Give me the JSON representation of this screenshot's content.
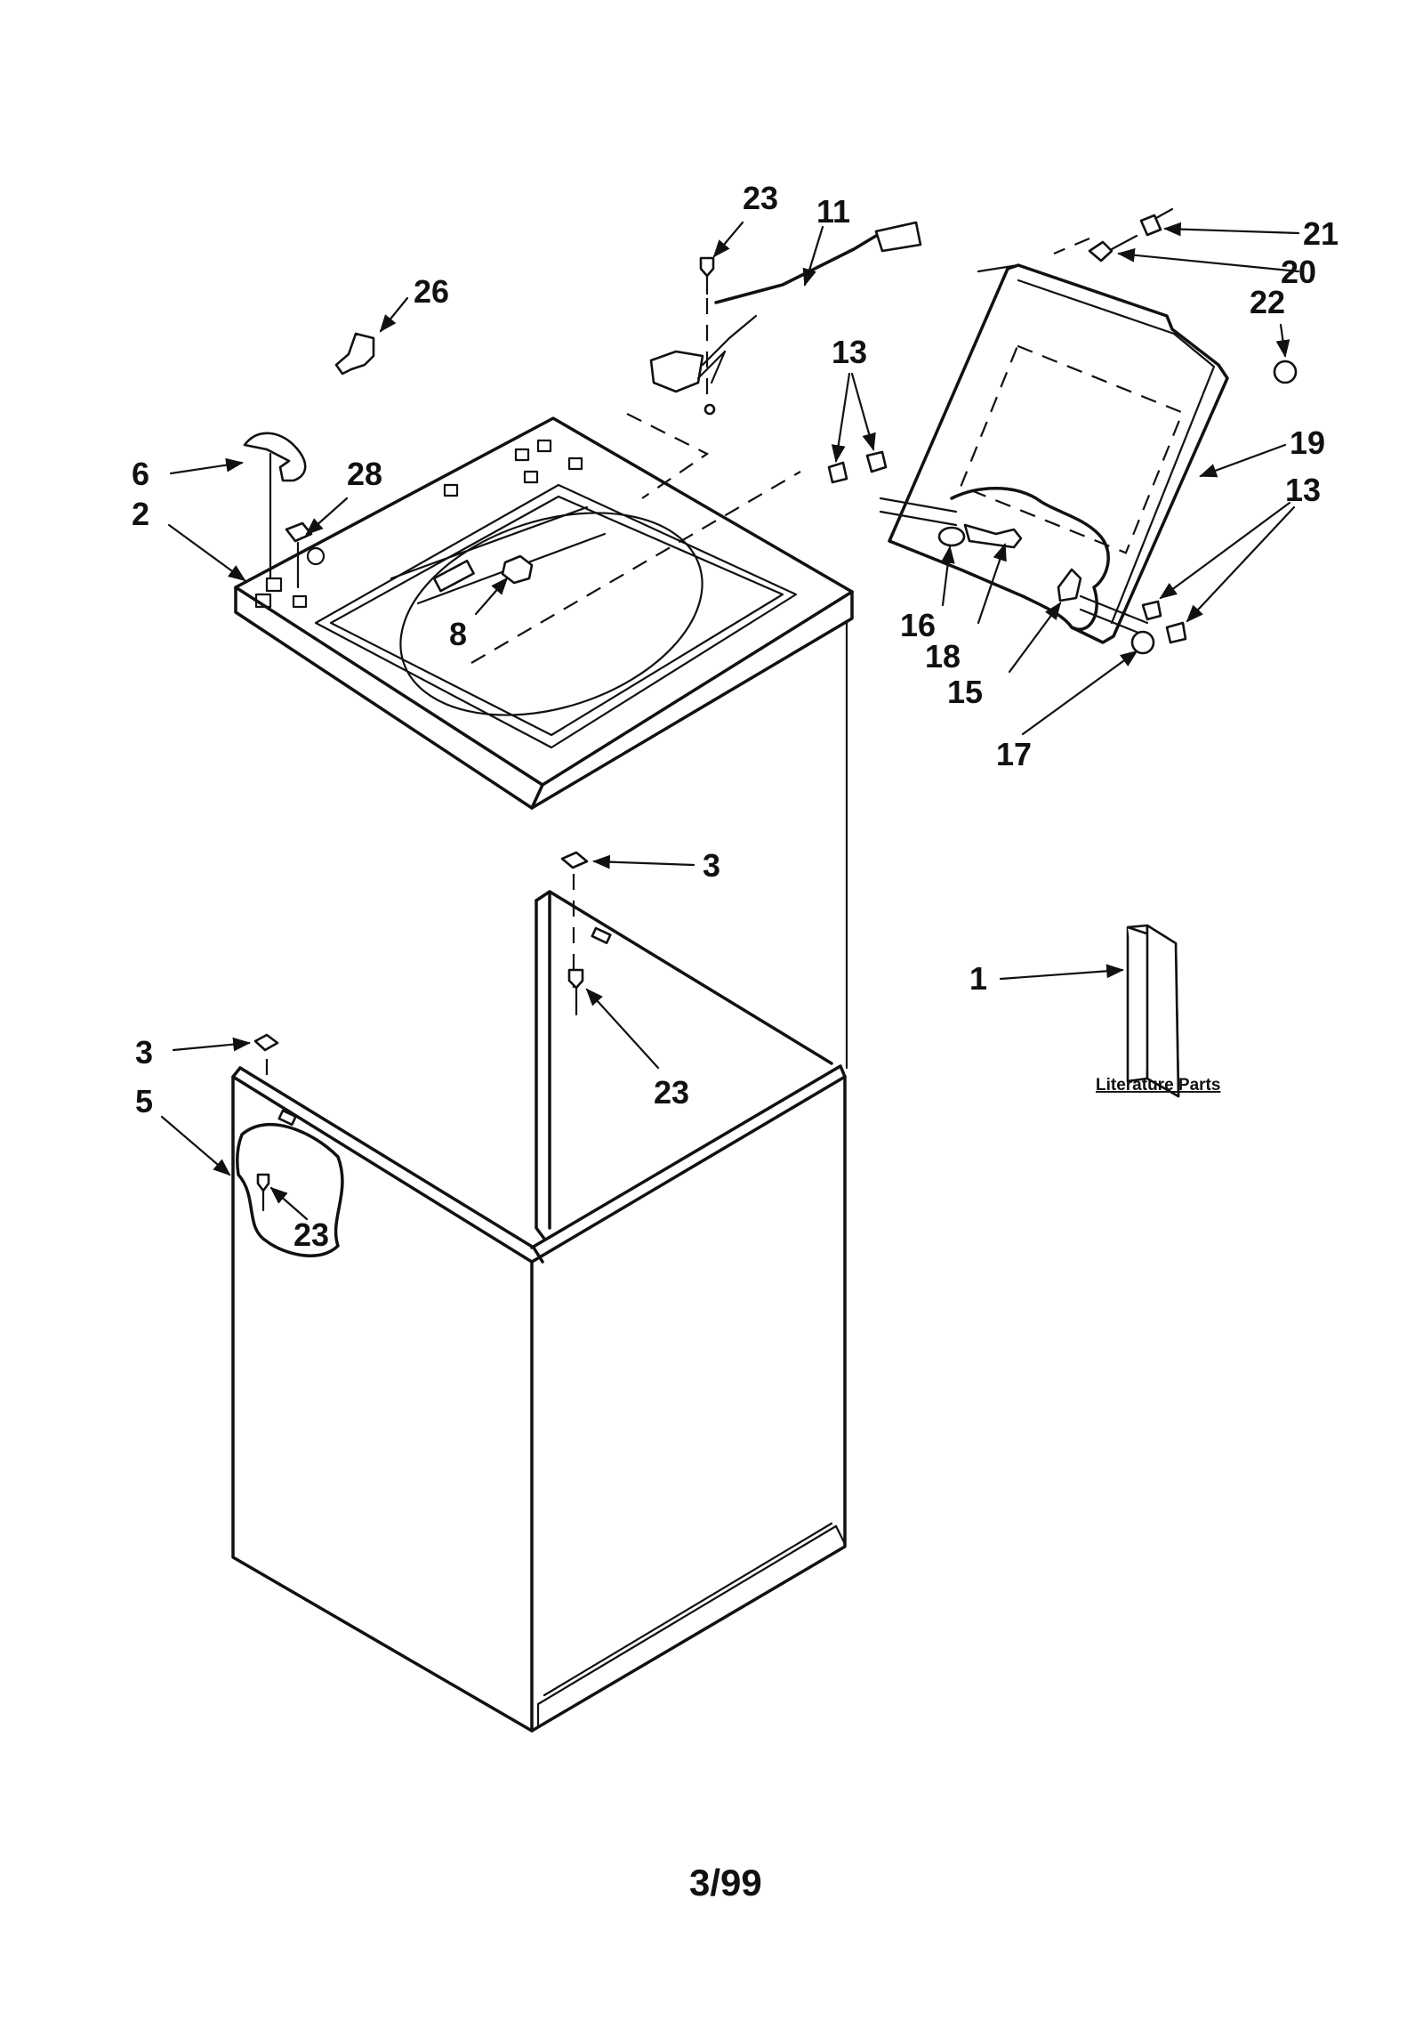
{
  "callouts": {
    "c1": "1",
    "c2": "2",
    "c3a": "3",
    "c3b": "3",
    "c5": "5",
    "c6": "6",
    "c8": "8",
    "c11": "11",
    "c13a": "13",
    "c13b": "13",
    "c15": "15",
    "c16": "16",
    "c17": "17",
    "c18": "18",
    "c19": "19",
    "c20": "20",
    "c21": "21",
    "c22": "22",
    "c23a": "23",
    "c23b": "23",
    "c23c": "23",
    "c26": "26",
    "c28": "28"
  },
  "literature_label": "Literature Parts",
  "footer_date": "3/99"
}
